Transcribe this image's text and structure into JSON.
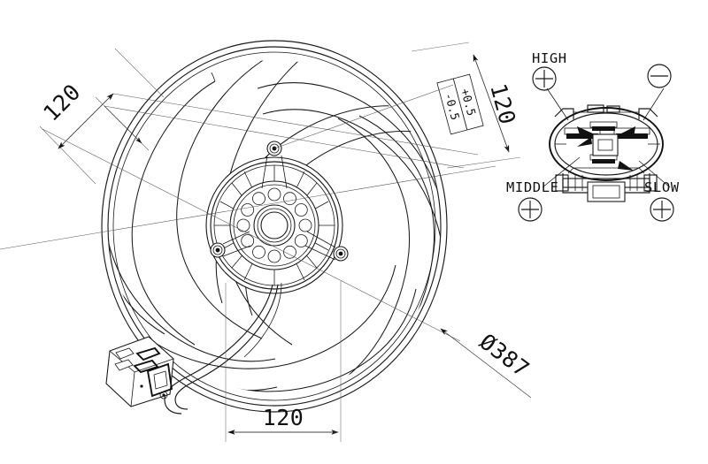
{
  "drawing": {
    "type": "engineering-drawing",
    "subject": "radiator-cooling-fan-assembly",
    "background_color": "#ffffff",
    "line_color": "#1a1a1a"
  },
  "dimensions": {
    "left": {
      "value": "120",
      "name": "left-offset-dimension"
    },
    "right": {
      "value": "120",
      "tolerance_upper": "+0.5",
      "tolerance_lower": "-0.5",
      "name": "right-offset-dimension"
    },
    "bottom": {
      "value": "120",
      "name": "bottom-width-dimension"
    },
    "diameter": {
      "value": "Ø387",
      "name": "outer-diameter-dimension"
    }
  },
  "fan": {
    "blade_count": 7,
    "hub_vent_holes": 12,
    "mounting_bolts": 3
  },
  "connector": {
    "title_hidden": "",
    "terminals": [
      {
        "label": "HIGH",
        "symbol": "⊕",
        "position": "top-left"
      },
      {
        "label": "",
        "symbol": "⊖",
        "position": "top-right"
      },
      {
        "label": "MIDDLE",
        "symbol": "⊕",
        "position": "bottom-left"
      },
      {
        "label": "SLOW",
        "symbol": "⊕",
        "position": "bottom-right"
      }
    ],
    "blade_terminals": 4
  }
}
